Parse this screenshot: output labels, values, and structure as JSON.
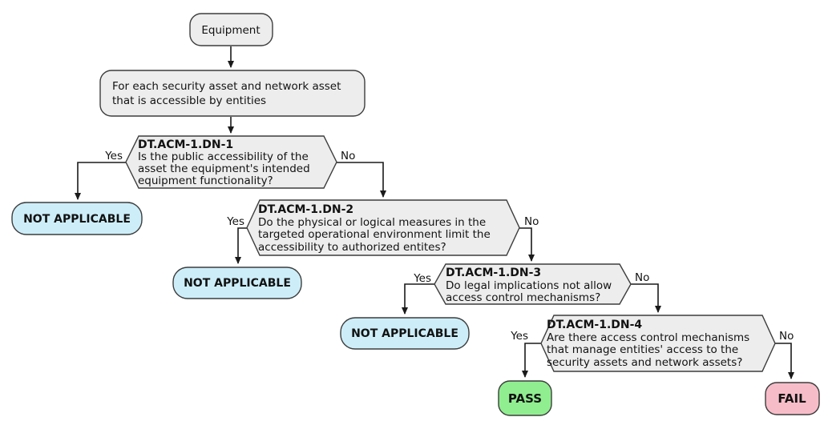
{
  "nodes": {
    "start": {
      "label": "Equipment"
    },
    "process": {
      "line1": "For each security asset and network asset",
      "line2": "that is accessible by entities"
    }
  },
  "decisions": [
    {
      "id": "DT.ACM-1.DN-1",
      "line1": "Is the public accessibility of the",
      "line2": "asset the equipment's intended",
      "line3": "equipment functionality?",
      "yes_label": "Yes",
      "no_label": "No"
    },
    {
      "id": "DT.ACM-1.DN-2",
      "line1": "Do the physical or logical measures in the",
      "line2": "targeted operational environment limit the",
      "line3": "accessibility to authorized entites?",
      "yes_label": "Yes",
      "no_label": "No"
    },
    {
      "id": "DT.ACM-1.DN-3",
      "line1": "Do legal implications not allow",
      "line2": "access control mechanisms?",
      "yes_label": "Yes",
      "no_label": "No"
    },
    {
      "id": "DT.ACM-1.DN-4",
      "line1": "Are there access control mechanisms",
      "line2": "that manage entities' access to the",
      "line3": "security assets and network assets?",
      "yes_label": "Yes",
      "no_label": "No"
    }
  ],
  "outcomes": [
    {
      "label": "NOT APPLICABLE",
      "type": "not-applicable"
    },
    {
      "label": "NOT APPLICABLE",
      "type": "not-applicable"
    },
    {
      "label": "NOT APPLICABLE",
      "type": "not-applicable"
    },
    {
      "label": "PASS",
      "type": "pass"
    },
    {
      "label": "FAIL",
      "type": "fail"
    }
  ],
  "colors": {
    "node_fill": "#ededed",
    "na_fill": "#cdeef9",
    "pass_fill": "#90ee90",
    "fail_fill": "#f6bdc8",
    "border": "#3d3d3d",
    "line": "#1a1a1a"
  }
}
